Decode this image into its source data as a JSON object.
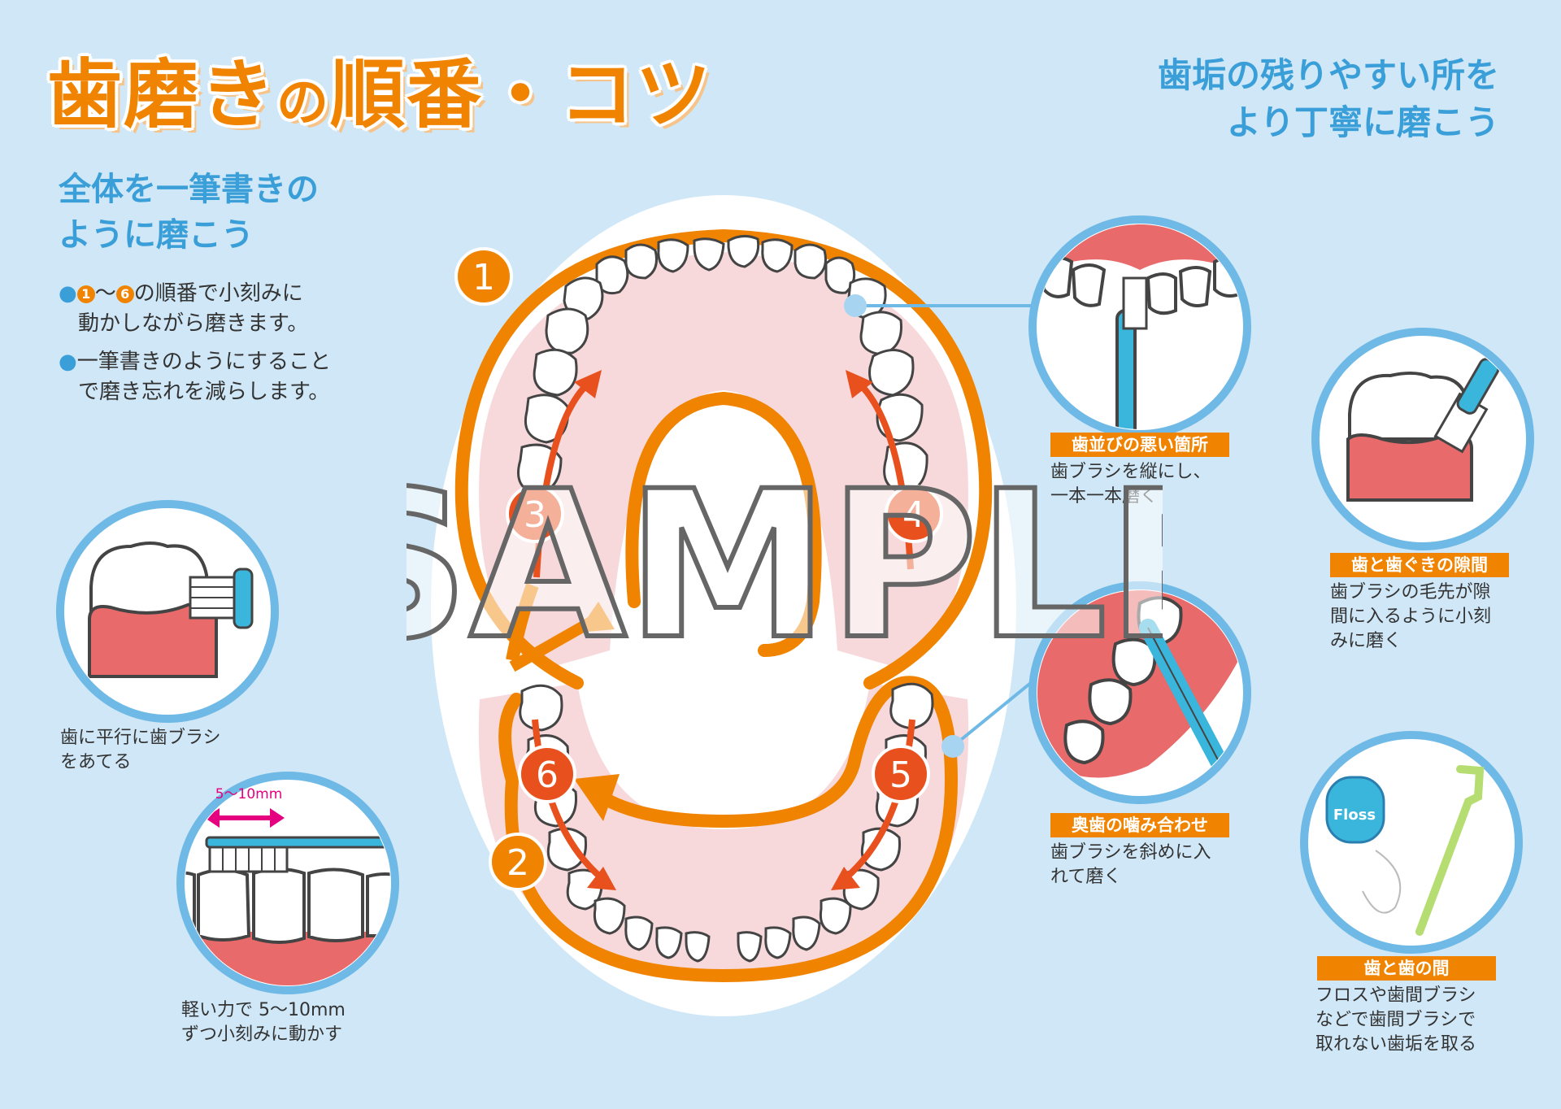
{
  "title": {
    "part1": "歯磨き",
    "part2": "の",
    "part3": "順番・コツ"
  },
  "top_right": {
    "line1": "歯垢の残りやすい所を",
    "line2": "より丁寧に磨こう"
  },
  "left_head": {
    "line1": "全体を一筆書きの",
    "line2": "ように磨こう"
  },
  "bullets": [
    {
      "num_a": "1",
      "tilde": "〜",
      "num_b": "6",
      "text1": "の順番で小刻みに",
      "text2": "動かしながら磨きます。"
    },
    {
      "text1": "一筆書きのようにすること",
      "text2": "で磨き忘れを減らします。"
    }
  ],
  "parallel_caption": {
    "line1": "歯に平行に歯ブラシ",
    "line2": "をあてる"
  },
  "distance_label": "5〜10mm",
  "light_force_caption": {
    "line1": "軽い力で 5〜10mm",
    "line2": "ずつ小刻みに動かす"
  },
  "step_numbers": [
    "1",
    "2",
    "3",
    "4",
    "5",
    "6"
  ],
  "watermark": "SAMPLE",
  "tips": [
    {
      "label": "歯並びの悪い箇所",
      "line1": "歯ブラシを縦にし、",
      "line2": "一本一本磨く"
    },
    {
      "label": "奥歯の噛み合わせ",
      "line1": "歯ブラシを斜めに入",
      "line2": "れて磨く"
    },
    {
      "label": "歯と歯ぐきの隙間",
      "line1": "歯ブラシの毛先が隙",
      "line2": "間に入るように小刻",
      "line3": "みに磨く"
    },
    {
      "label": "歯と歯の間",
      "line1": "フロスや歯間ブラシ",
      "line2": "などで歯間ブラシで",
      "line3": "取れない歯垢を取る"
    }
  ],
  "floss_label": "Floss",
  "colors": {
    "background": "#cfe7f6",
    "orange": "#f08300",
    "blue": "#3a9fd8",
    "gum": "#e86a6a",
    "pink": "#f7d9dc",
    "red_arrow": "#e8501e"
  }
}
